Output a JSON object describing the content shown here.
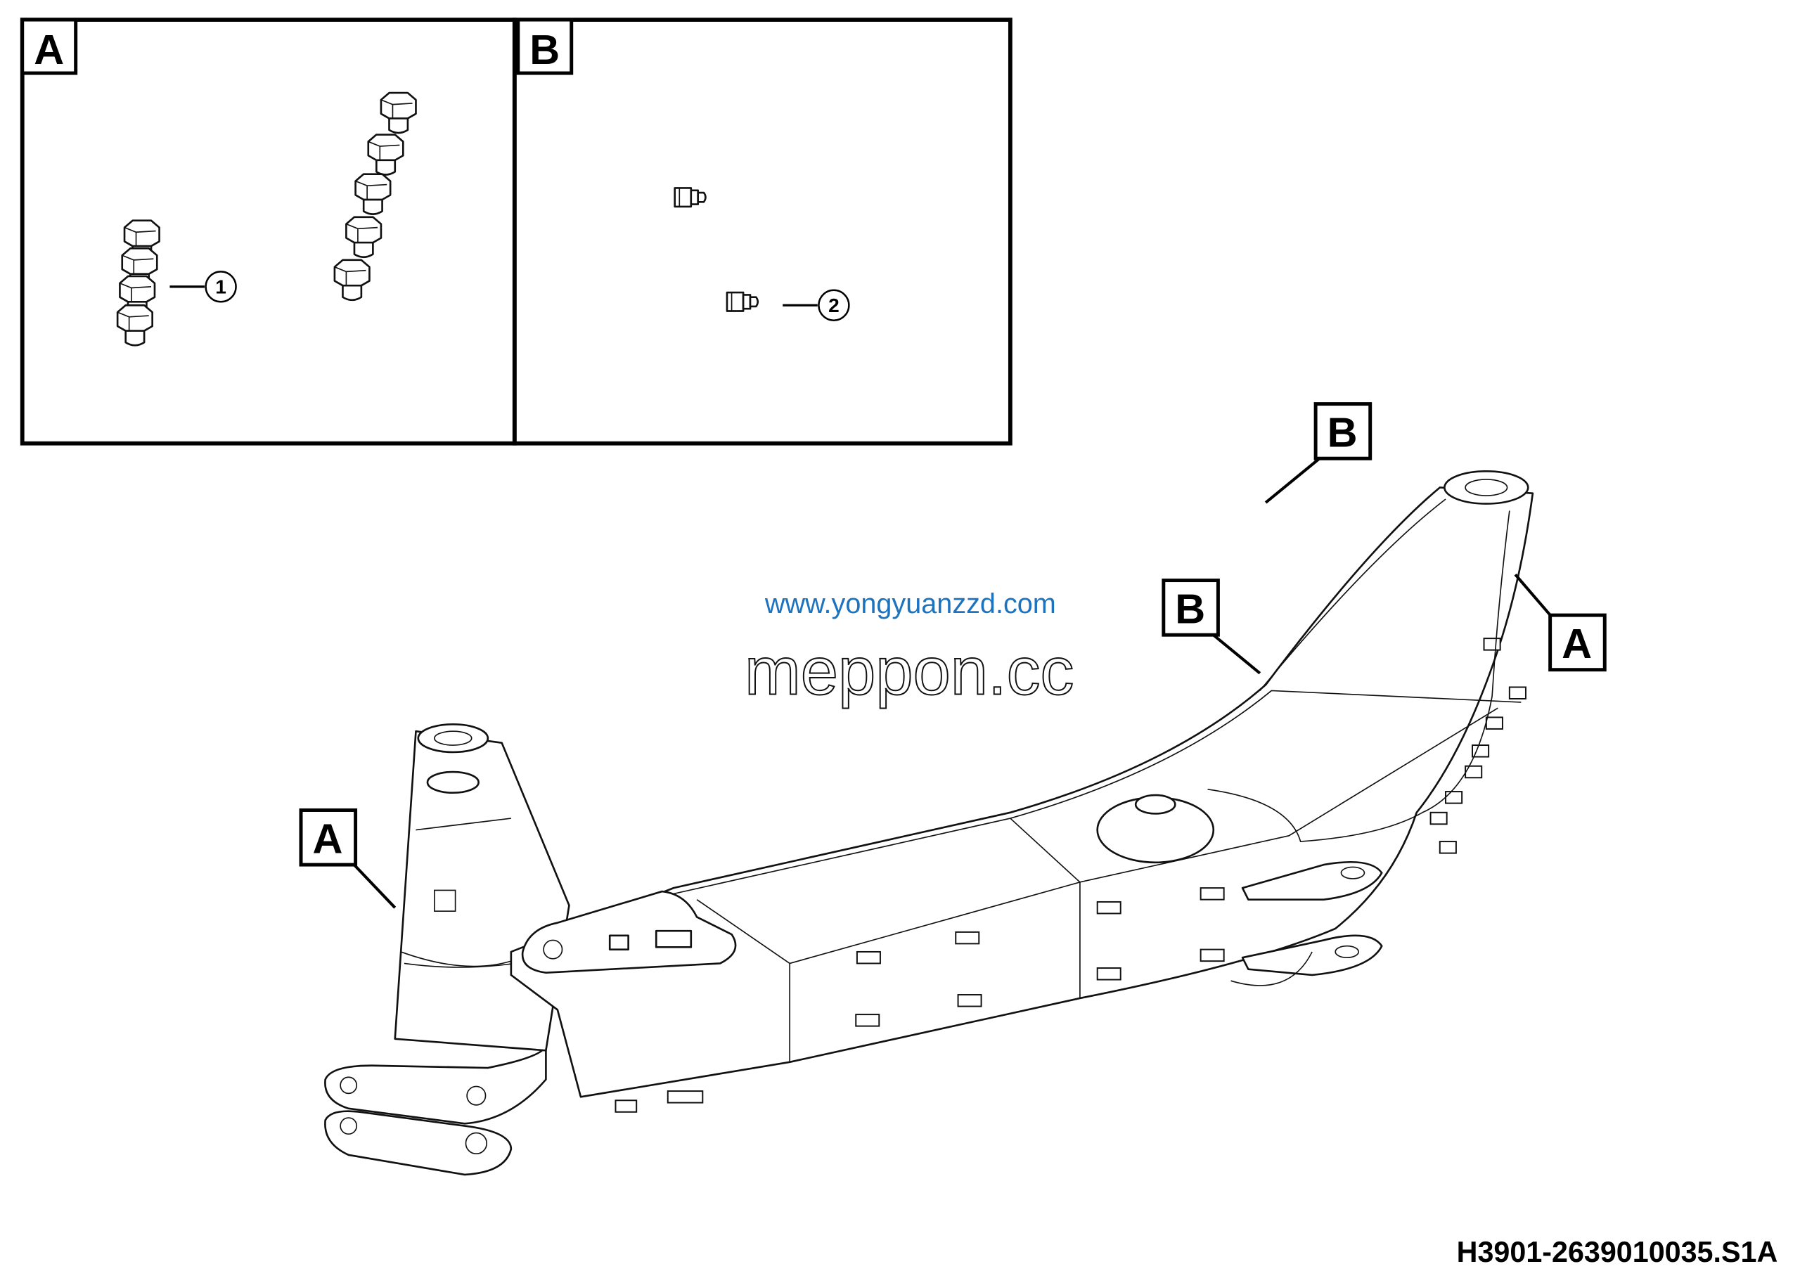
{
  "panels": [
    {
      "label": "A",
      "callout": "1"
    },
    {
      "label": "B",
      "callout": "2"
    }
  ],
  "main_labels": {
    "top_b": "B",
    "mid_b": "B",
    "right_a": "A",
    "left_a": "A"
  },
  "watermarks": {
    "outline": "meppon.cc",
    "url": "www.yongyuanzzd.com"
  },
  "drawing_number": "H3901-2639010035.S1A"
}
